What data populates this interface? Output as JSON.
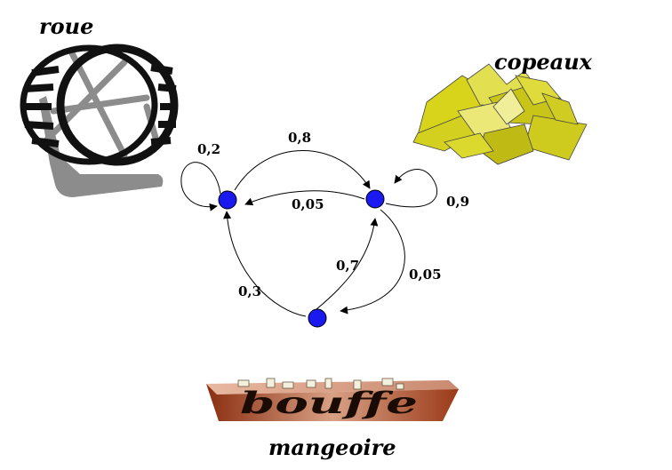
{
  "labels": {
    "roue": "roue",
    "copeaux": "copeaux",
    "mangeoire": "mangeoire",
    "bouffe": "bouffe"
  },
  "states": [
    {
      "id": "roue-state"
    },
    {
      "id": "copeaux-state"
    },
    {
      "id": "mangeoire-state"
    }
  ],
  "transitions": {
    "roue_to_roue": "0,2",
    "roue_to_copeaux": "0,8",
    "copeaux_to_roue": "0,05",
    "copeaux_to_copeaux": "0,9",
    "copeaux_to_mangeoire": "0,05",
    "mangeoire_to_roue": "0,3",
    "mangeoire_to_copeaux": "0,7"
  },
  "colors": {
    "node_fill": "#1a1af0",
    "wheel": "#111111",
    "stand": "#8c8c8c",
    "shavings": "#d8d41c",
    "box_top": "#dca48a",
    "box_front": "#a2401a"
  }
}
